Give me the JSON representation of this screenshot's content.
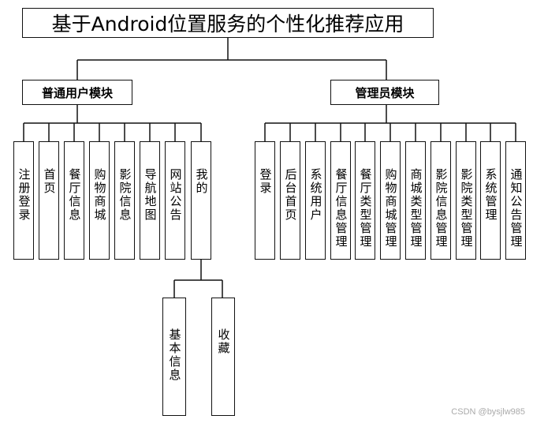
{
  "title": "基于Android位置服务的个性化推荐应用",
  "groups": {
    "user": {
      "label": "普通用户模块",
      "items": [
        "注册登录",
        "首页",
        "餐厅信息",
        "购物商城",
        "影院信息",
        "导航地图",
        "网站公告",
        "我的"
      ],
      "sub_items": [
        "基本信息",
        "收藏"
      ]
    },
    "admin": {
      "label": "管理员模块",
      "items": [
        "登录",
        "后台首页",
        "系统用户",
        "餐厅信息管理",
        "餐厅类型管理",
        "购物商城管理",
        "商城类型管理",
        "影院信息管理",
        "影院类型管理",
        "系统管理",
        "通知公告管理"
      ]
    }
  },
  "watermark": "CSDN @bysjlw985"
}
